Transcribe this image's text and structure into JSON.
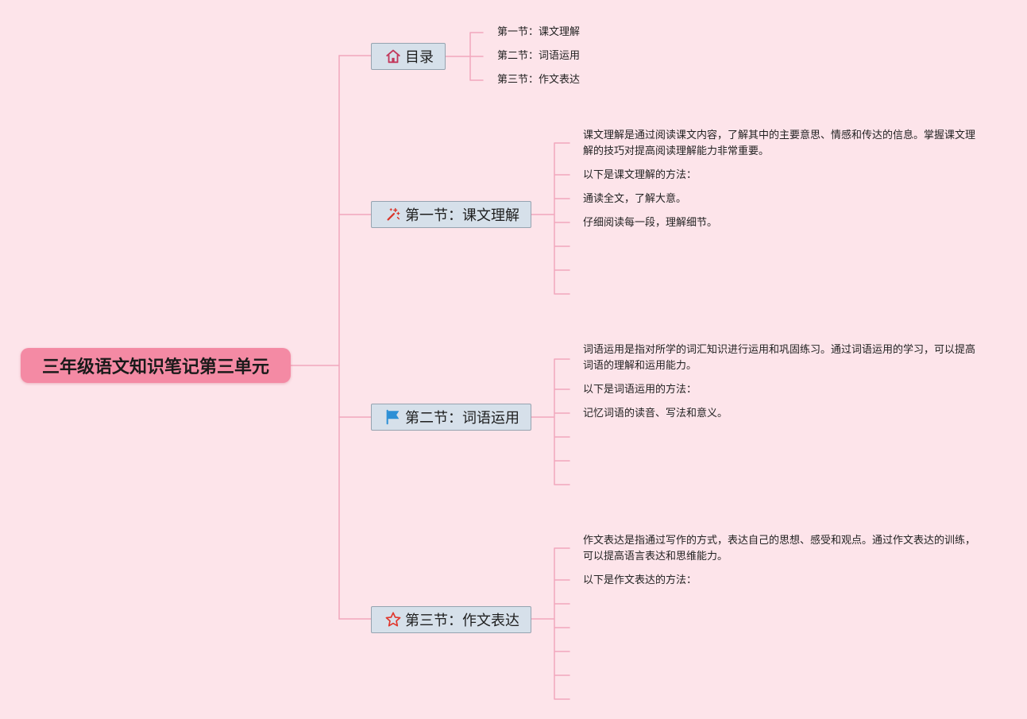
{
  "root": {
    "title": "三年级语文知识笔记第三单元"
  },
  "toc": {
    "label": "目录",
    "icon": "home-icon",
    "items": [
      "第一节：课文理解",
      "第二节：词语运用",
      "第三节：作文表达"
    ]
  },
  "sections": [
    {
      "label": "第一节：课文理解",
      "icon": "magic-wand-icon",
      "notes": [
        "课文理解是通过阅读课文内容，了解其中的主要意思、情感和传达的信息。掌握课文理解的技巧对提高阅读理解能力非常重要。",
        "以下是课文理解的方法：",
        "通读全文，了解大意。",
        "仔细阅读每一段，理解细节。"
      ]
    },
    {
      "label": "第二节：词语运用",
      "icon": "flag-icon",
      "notes": [
        "词语运用是指对所学的词汇知识进行运用和巩固练习。通过词语运用的学习，可以提高词语的理解和运用能力。",
        "以下是词语运用的方法：",
        "记忆词语的读音、写法和意义。"
      ]
    },
    {
      "label": "第三节：作文表达",
      "icon": "star-icon",
      "notes": [
        "作文表达是指通过写作的方式，表达自己的思想、感受和观点。通过作文表达的训练，可以提高语言表达和思维能力。",
        "以下是作文表达的方法："
      ]
    }
  ],
  "colors": {
    "background": "#fde4ea",
    "root_fill": "#f48aa4",
    "branch_fill": "#d6e0ea",
    "branch_border": "#95a3b0",
    "connector": "#f2a7bd",
    "home_icon": "#c2375b",
    "wand_icon": "#d9352b",
    "flag_icon": "#2b8fd6",
    "star_icon": "#e0362c"
  }
}
